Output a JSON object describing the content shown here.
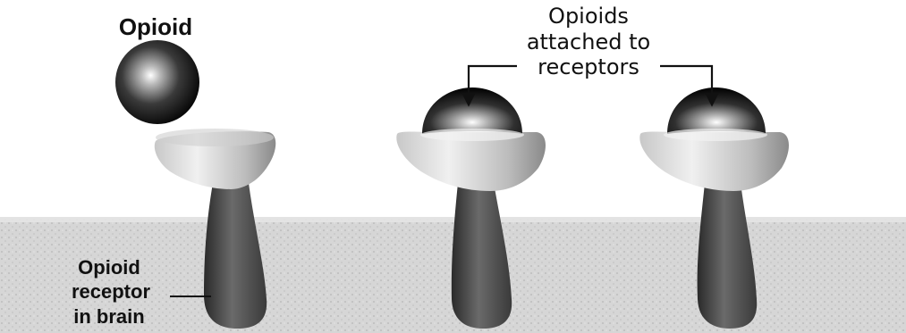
{
  "labels": {
    "opioid": "Opioid",
    "attached_line1": "Opioids",
    "attached_line2": "attached to",
    "attached_line3": "receptors",
    "receptor_line1": "Opioid",
    "receptor_line2": "receptor",
    "receptor_line3": "in brain"
  },
  "colors": {
    "membrane": "#d9d9d9",
    "stem": "#4a4a4a",
    "cup": "#e0e0e0",
    "ball": "#1a1a1a",
    "text": "#111111"
  },
  "icons": {
    "free_opioid": "sphere",
    "bound_opioid": "half-sphere",
    "receptor": "funnel-receptor"
  }
}
